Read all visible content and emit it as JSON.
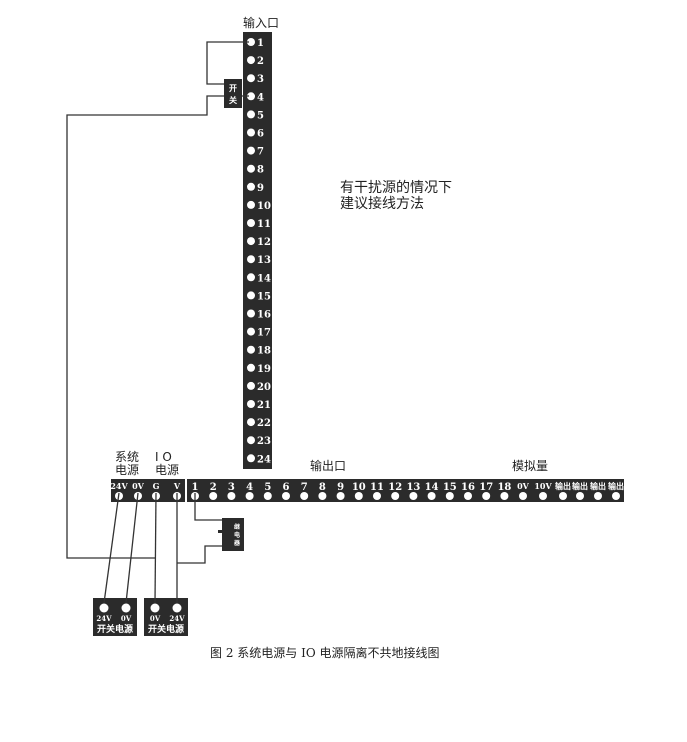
{
  "input_block": {
    "title": "输入口",
    "pins": [
      "1",
      "2",
      "3",
      "4",
      "5",
      "6",
      "7",
      "8",
      "9",
      "10",
      "11",
      "12",
      "13",
      "14",
      "15",
      "16",
      "17",
      "18",
      "19",
      "20",
      "21",
      "22",
      "23",
      "24"
    ]
  },
  "switch_label": [
    "开",
    "关"
  ],
  "note": {
    "line1": "有干扰源的情况下",
    "line2": "建议接线方法"
  },
  "power_labels": {
    "system": [
      "系统",
      "电源"
    ],
    "io": [
      "I O",
      "电源"
    ]
  },
  "power_terminals": [
    "24V",
    "0V",
    "G",
    "V"
  ],
  "output_block": {
    "title": "输出口",
    "pins": [
      "1",
      "2",
      "3",
      "4",
      "5",
      "6",
      "7",
      "8",
      "9",
      "10",
      "11",
      "12",
      "13",
      "14",
      "15",
      "16",
      "17",
      "18"
    ]
  },
  "analog_block": {
    "title": "模拟量",
    "pins": [
      "0V",
      "10V",
      "输出",
      "输出",
      "输出",
      "输出"
    ]
  },
  "relay_label": [
    "继",
    "电",
    "器"
  ],
  "supplies": [
    {
      "terminals": [
        "24V",
        "0V"
      ],
      "label": "开关电源"
    },
    {
      "terminals": [
        "0V",
        "24V"
      ],
      "label": "开关电源"
    }
  ],
  "caption": "图 2  系统电源与 IO 电源隔离不共地接线图",
  "colors": {
    "block": "#2b2b2b",
    "wire": "#333333",
    "text": "#222222"
  }
}
